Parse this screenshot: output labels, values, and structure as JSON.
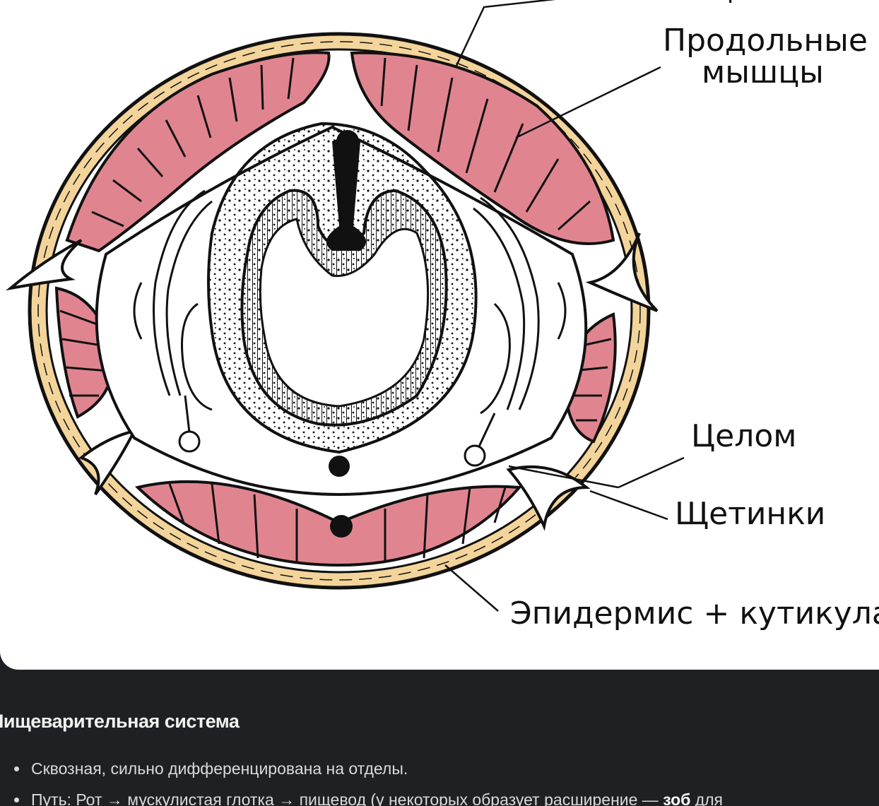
{
  "diagram": {
    "labels": {
      "cut_top": "Кольцевые мышцы",
      "longitudinal_muscles_line1": "Продольные",
      "longitudinal_muscles_line2": "мышцы",
      "coelom": "Целом",
      "setae": "Щетинки",
      "epidermis": "Эпидермис + кутикула"
    },
    "colors": {
      "muscle": "#e08590",
      "epidermis": "#f3d49a",
      "outline": "#111111"
    }
  },
  "section": {
    "heading": "Пищеварительная система",
    "bullets": [
      {
        "text": "Сквозная, сильно дифференцирована на отделы."
      },
      {
        "text": "Путь: Рот → мускулистая глотка → пищевод (у некоторых образует расширение — ",
        "bold": "зоб",
        "tail": " для"
      }
    ]
  }
}
